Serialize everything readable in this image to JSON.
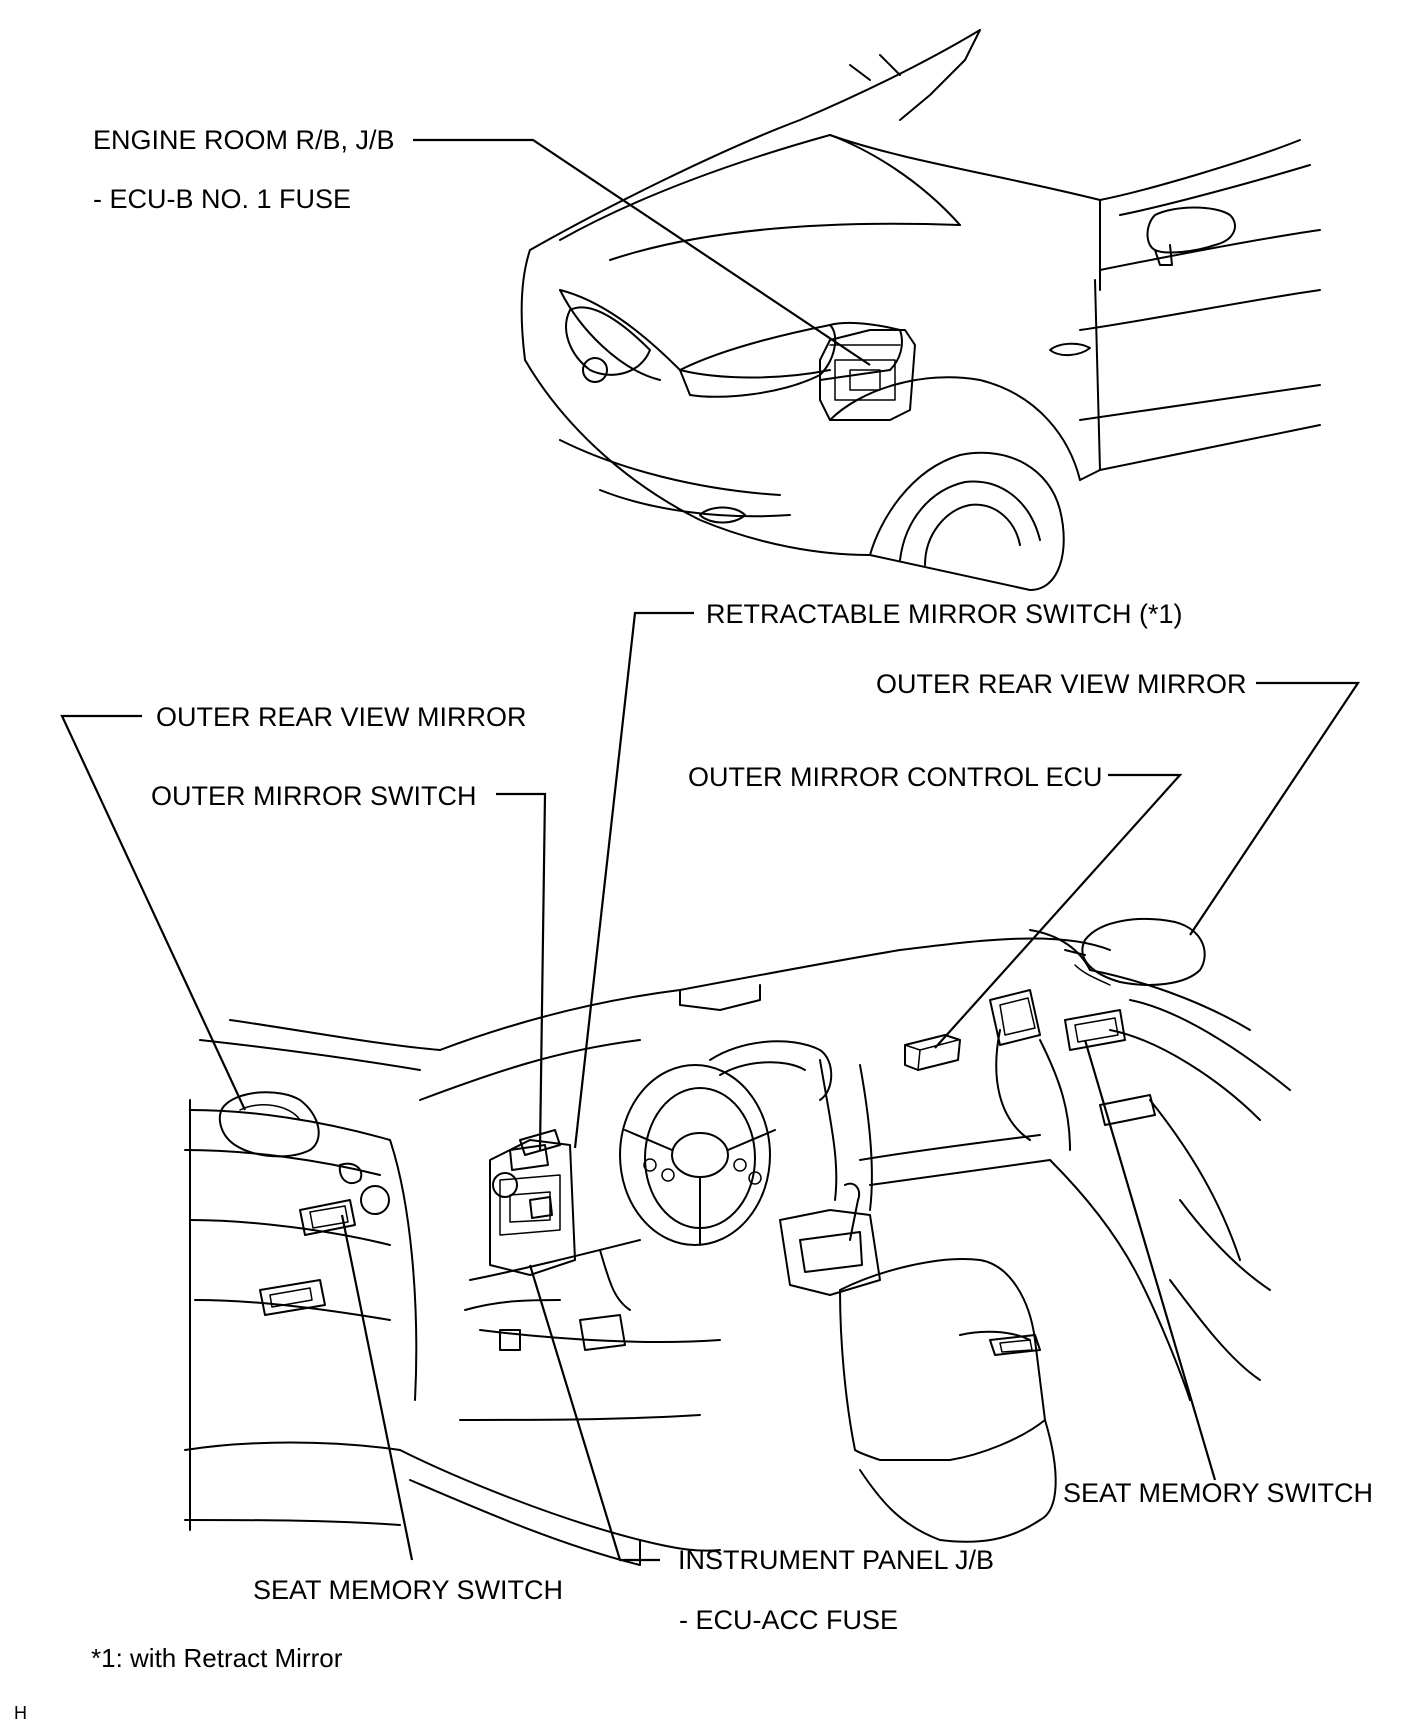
{
  "labels": {
    "engine_room_rb_jb": "ENGINE ROOM R/B, J/B",
    "ecu_b_no1_fuse": "- ECU-B NO. 1 FUSE",
    "retractable_mirror_switch": "RETRACTABLE MIRROR SWITCH (*1)",
    "outer_rear_view_mirror_left": "OUTER REAR VIEW MIRROR",
    "outer_rear_view_mirror_right": "OUTER REAR VIEW MIRROR",
    "outer_mirror_switch": "OUTER MIRROR SWITCH",
    "outer_mirror_control_ecu": "OUTER MIRROR CONTROL ECU",
    "seat_memory_switch_left": "SEAT MEMORY SWITCH",
    "seat_memory_switch_right": "SEAT MEMORY SWITCH",
    "instrument_panel_jb": "INSTRUMENT PANEL J/B",
    "ecu_acc_fuse": "- ECU-ACC FUSE"
  },
  "footnote": "*1: with Retract Mirror",
  "corner_mark": "H",
  "colors": {
    "line": "#000000",
    "background": "#ffffff"
  }
}
